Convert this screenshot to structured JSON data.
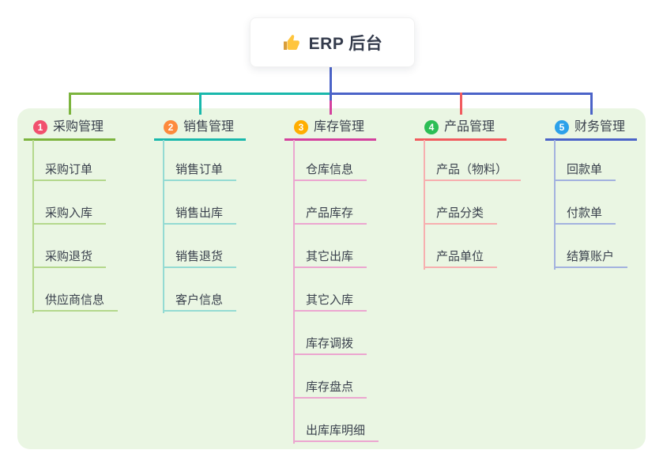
{
  "root": {
    "label": "ERP 后台",
    "icon": "thumbs-up"
  },
  "theme": {
    "canvas_bg": "#ffffff",
    "panel_bg": "#EAF6E3",
    "root_card_bg": "#ffffff",
    "text_color": "#3A414D",
    "root_line_color": "#4B63C8"
  },
  "branches": [
    {
      "badge": "1",
      "badge_color": "#F1506E",
      "label": "采购管理",
      "line_color": "#7CB43E",
      "light_color": "#B4D88C",
      "children": [
        "采购订单",
        "采购入库",
        "采购退货",
        "供应商信息"
      ]
    },
    {
      "badge": "2",
      "badge_color": "#FD8A3D",
      "label": "销售管理",
      "line_color": "#19B8AC",
      "light_color": "#94DBD3",
      "children": [
        "销售订单",
        "销售出库",
        "销售退货",
        "客户信息"
      ]
    },
    {
      "badge": "3",
      "badge_color": "#FFAE00",
      "label": "库存管理",
      "line_color": "#D4419E",
      "light_color": "#ECA6D0",
      "children": [
        "仓库信息",
        "产品库存",
        "其它出库",
        "其它入库",
        "库存调拨",
        "库存盘点",
        "出库库明细"
      ]
    },
    {
      "badge": "4",
      "badge_color": "#2CBE55",
      "label": "产品管理",
      "line_color": "#F15B5E",
      "light_color": "#F7AFAF",
      "children": [
        "产品（物料）",
        "产品分类",
        "产品单位"
      ]
    },
    {
      "badge": "5",
      "badge_color": "#2CA1EA",
      "label": "财务管理",
      "line_color": "#4B63C8",
      "light_color": "#A3B2DF",
      "children": [
        "回款单",
        "付款单",
        "结算账户"
      ]
    }
  ]
}
